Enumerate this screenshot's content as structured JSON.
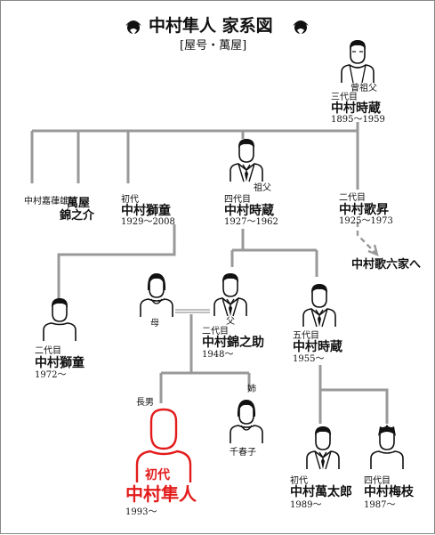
{
  "header": {
    "title": "中村隼人 家系図",
    "subtitle": "[屋号・萬屋]"
  },
  "people": {
    "great_grandfather": {
      "role": "曾祖父",
      "generation": "三代目",
      "name": "中村時蔵",
      "years": "1895〜1959"
    },
    "kanbyo": {
      "name": "中村嘉葎雄"
    },
    "kinnosuke": {
      "line1": "萬屋",
      "line2": "錦之介"
    },
    "shido1": {
      "generation": "初代",
      "name": "中村獅童",
      "years": "1929〜2008"
    },
    "grandfather": {
      "role": "祖父",
      "generation": "四代目",
      "name": "中村時蔵",
      "years": "1927〜1962"
    },
    "kasho": {
      "generation": "二代目",
      "name": "中村歌昇",
      "years": "1925〜1973"
    },
    "kaho_note": "中村歌六家へ",
    "shido2": {
      "generation": "二代目",
      "name": "中村獅童",
      "years": "1972〜"
    },
    "mother": {
      "role": "母"
    },
    "father": {
      "role": "父",
      "generation": "二代目",
      "name": "中村錦之助",
      "years": "1948〜"
    },
    "tokizo5": {
      "generation": "五代目",
      "name": "中村時蔵",
      "years": "1955〜"
    },
    "hayato": {
      "relation": "長男",
      "generation": "初代",
      "name": "中村隼人",
      "years": "1993〜"
    },
    "sister": {
      "relation": "姉",
      "name": "千春子"
    },
    "mantaro": {
      "generation": "初代",
      "name": "中村萬太郎",
      "years": "1989〜"
    },
    "baishi": {
      "generation": "四代目",
      "name": "中村梅枝",
      "years": "1987〜"
    }
  },
  "colors": {
    "highlight": "#e31b1b",
    "line": "#999999",
    "ink": "#111111"
  }
}
